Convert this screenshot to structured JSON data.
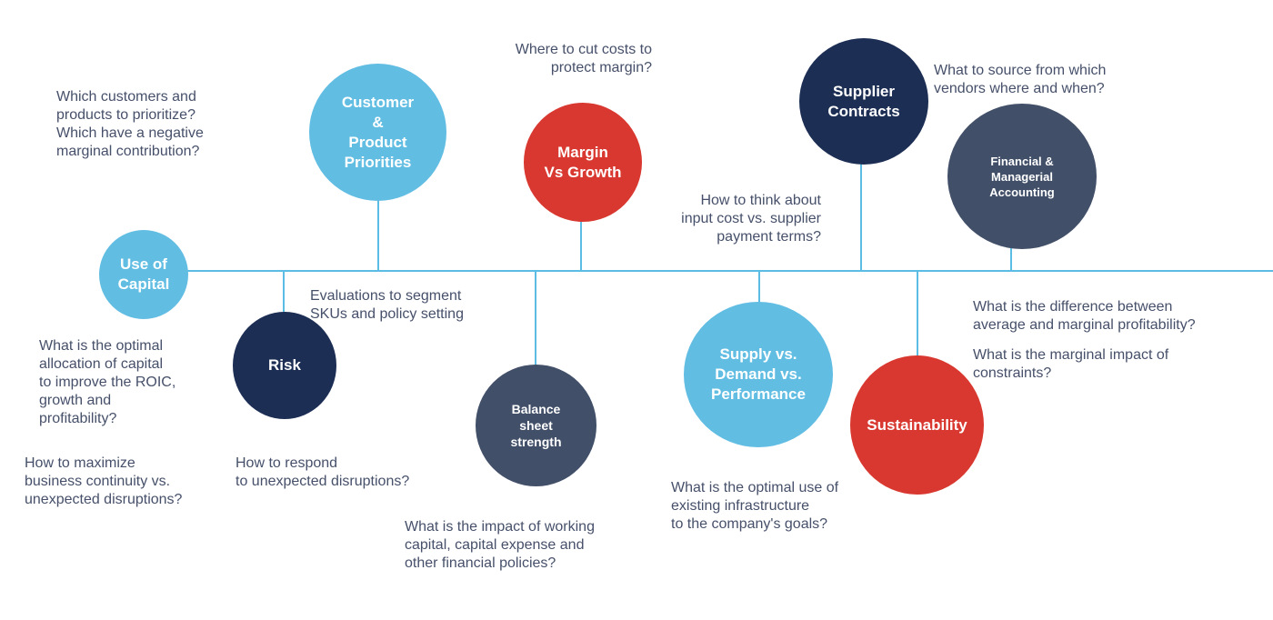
{
  "colors": {
    "axis": "#5bbde4",
    "light_blue": "#62bde3",
    "navy": "#1c2e54",
    "slate": "#414f68",
    "red": "#d8382f",
    "text": "#46506a"
  },
  "nodes": {
    "use_of_capital": "Use of\nCapital",
    "customer_product": "Customer\n&\nProduct\nPriorities",
    "margin_growth": "Margin\nVs Growth",
    "supplier_contracts": "Supplier\nContracts",
    "financial_accounting": "Financial &\nManagerial\nAccounting",
    "risk": "Risk",
    "balance_sheet": "Balance\nsheet\nstrength",
    "supply_demand": "Supply vs.\nDemand vs.\nPerformance",
    "sustainability": "Sustainability"
  },
  "notes": {
    "customers_products": "Which customers and\nproducts to prioritize?\nWhich have a negative\nmarginal contribution?",
    "cut_costs": "Where to cut costs to\nprotect margin?",
    "source_vendors": "What to source from which\nvendors where and when?",
    "input_cost": "How to  think about\ninput cost vs. supplier\npayment terms?",
    "optimal_capital": "What is the optimal\nallocation of capital\nto improve the ROIC,\ngrowth and\nprofitability?",
    "business_continuity": "How to maximize\nbusiness continuity vs.\nunexpected disruptions?",
    "segment_skus": "Evaluations to segment\nSKUs and policy setting",
    "respond_disruptions": "How to respond\nto unexpected disruptions?",
    "working_capital": "What is the impact of working\ncapital, capital expense and\nother financial policies?",
    "infrastructure": "What is the optimal use of\nexisting infrastructure\nto the company's  goals?",
    "avg_marginal": "What is the difference between\naverage and marginal profitability?",
    "constraints": "What is the marginal impact of\nconstraints?"
  }
}
